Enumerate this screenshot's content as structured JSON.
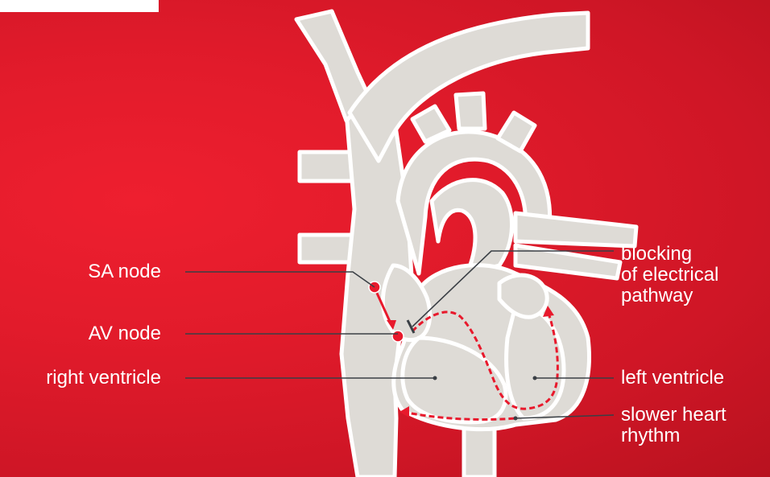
{
  "labels": {
    "sa_node": "SA node",
    "av_node": "AV node",
    "right_ventricle": "right ventricle",
    "blocking": [
      "blocking",
      "of electrical",
      "pathway"
    ],
    "left_ventricle": "left ventricle",
    "slower_rhythm": [
      "slower heart",
      "rhythm"
    ]
  },
  "colors": {
    "background": "#e21b2b",
    "heart_fill": "#dedbd6",
    "heart_outline": "#ffffff",
    "node": "#e8192c",
    "pathway": "#e8192c",
    "leader_line": "#3a3f45",
    "text": "#ffffff"
  }
}
